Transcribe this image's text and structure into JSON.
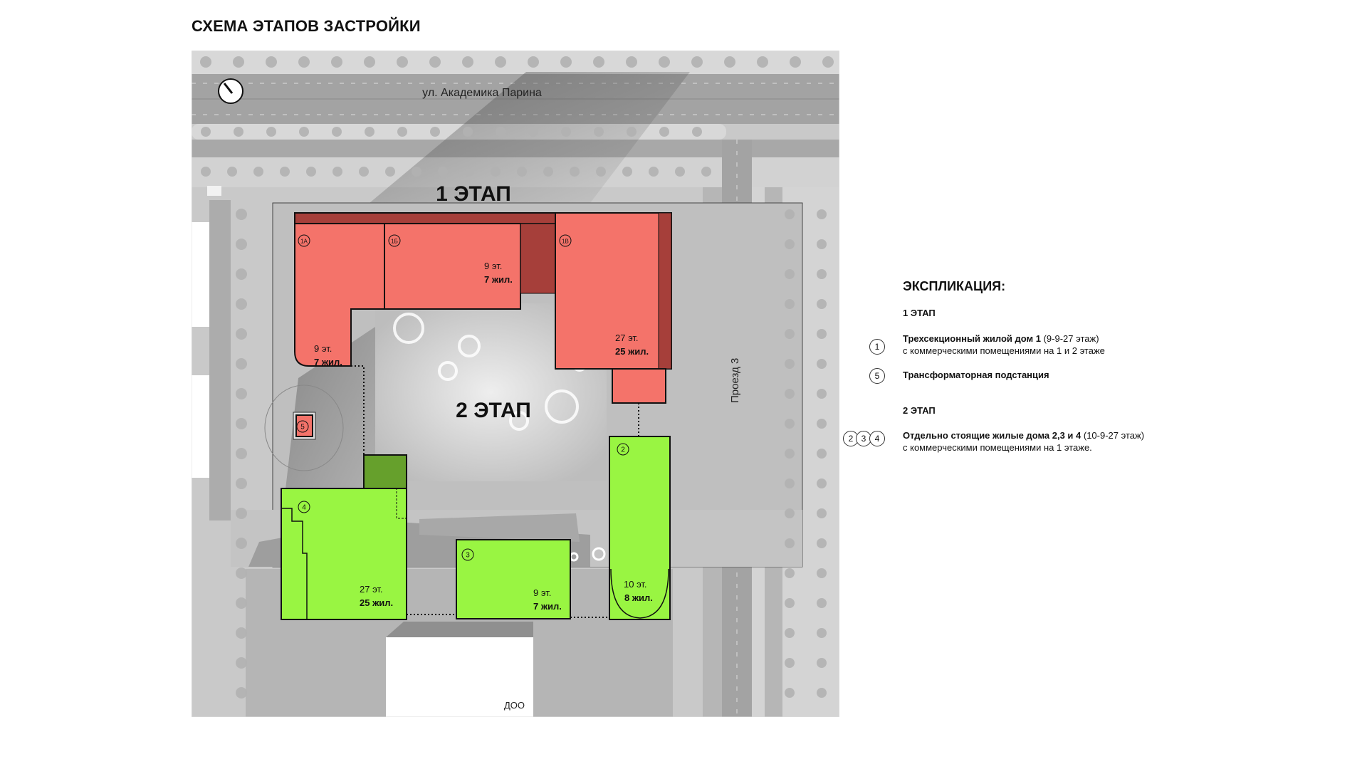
{
  "title": "СХЕМА ЭТАПОВ ЗАСТРОЙКИ",
  "colors": {
    "stage1": "#f4736a",
    "stage1_dark": "#a63f3a",
    "stage2": "#99f542",
    "stage2_dark": "#66a02c",
    "ground": "#c9c9c9",
    "road": "#a3a3a3"
  },
  "map": {
    "street_name": "ул. Академика Парина",
    "driveway_name": "Проезд 3",
    "kindergarten_label": "ДОО",
    "stage1_label": "1 ЭТАП",
    "stage2_label": "2 ЭТАП",
    "compass_icon": "north-arrow-icon",
    "buildings": [
      {
        "id": "1А",
        "floors": "9 эт.",
        "units": "7 жил."
      },
      {
        "id": "1Б",
        "floors": "9 эт.",
        "units": "7 жил."
      },
      {
        "id": "1В",
        "floors": "27 эт.",
        "units": "25 жил."
      },
      {
        "id": "2",
        "floors": "10 эт.",
        "units": "8 жил."
      },
      {
        "id": "3",
        "floors": "9 эт.",
        "units": "7 жил."
      },
      {
        "id": "4",
        "floors": "27 эт.",
        "units": "25 жил."
      },
      {
        "id": "5"
      }
    ]
  },
  "legend": {
    "heading": "ЭКСПЛИКАЦИЯ:",
    "stage1": "1 ЭТАП",
    "stage2": "2 ЭТАП",
    "items": [
      {
        "markers": [
          "1"
        ],
        "bold": "Трехсекционный жилой дом 1",
        "normal": " (9-9-27 этаж)",
        "line2": "с коммерческими помещениями на 1 и 2 этаже"
      },
      {
        "markers": [
          "5"
        ],
        "bold": "Трансформаторная подстанция"
      },
      {
        "markers": [
          "2",
          "3",
          "4"
        ],
        "bold": "Отдельно стоящие жилые дома 2,3 и 4",
        "normal": " (10-9-27 этаж)",
        "line2": "с коммерческими помещениями на 1 этаже."
      }
    ]
  }
}
